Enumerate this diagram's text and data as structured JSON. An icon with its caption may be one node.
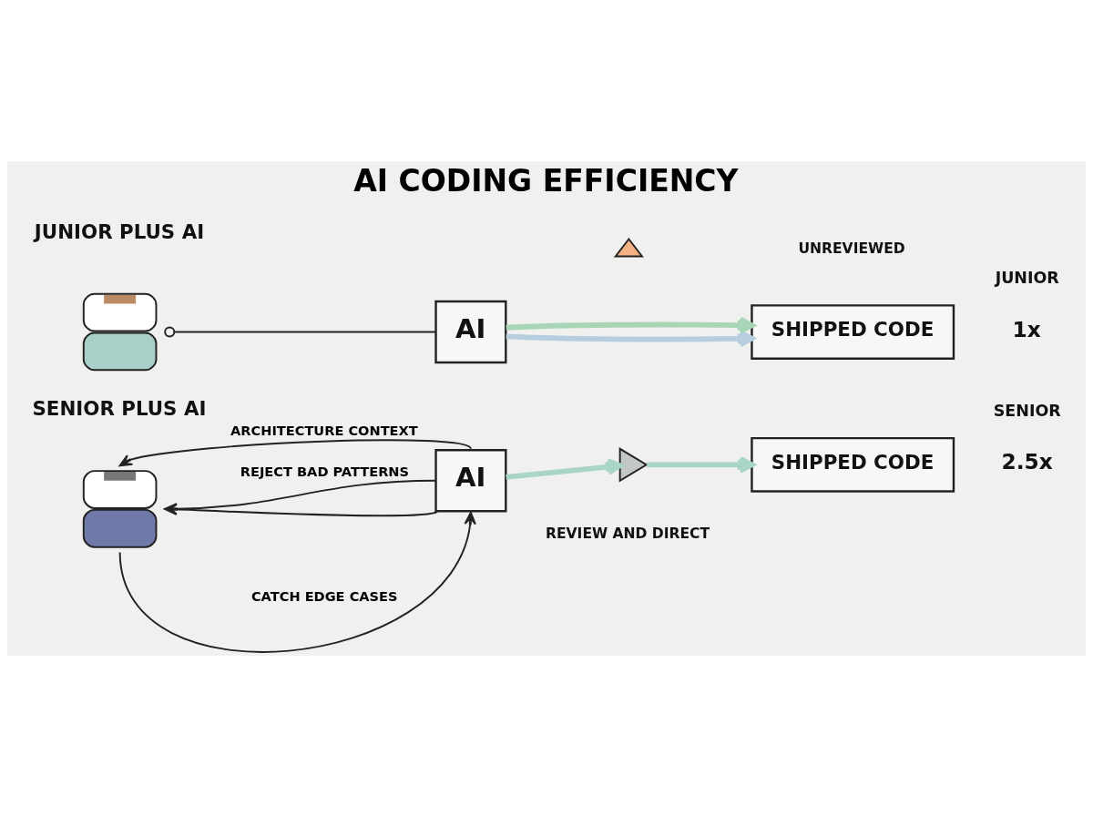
{
  "diagram": {
    "title": "AI CODING EFFICIENCY",
    "nodes": [
      {
        "text": [],
        "shape": "triangle"
      },
      {
        "text": [],
        "shape": "person"
      },
      {
        "text": [
          "AI"
        ]
      },
      {
        "text": [
          "SHIPPED CODE"
        ],
        "beside": [
          "UNREVIEWED"
        ]
      },
      {
        "text": [],
        "shape": "person"
      },
      {
        "text": [
          "AI"
        ]
      },
      {
        "text": [],
        "shape": "triangle",
        "beside": [
          "REVIEW AND DIRECT"
        ]
      },
      {
        "text": [
          "SHIPPED CODE"
        ]
      }
    ],
    "edges": [
      {
        "from": 1,
        "to": 2,
        "arrow": "other"
      },
      {
        "from": 2,
        "to": 3,
        "arrow": "to",
        "style": "thick",
        "color": "#b7cde0"
      },
      {
        "from": 2,
        "to": 3,
        "arrow": "to",
        "style": "thick",
        "color": "#a8d5b5"
      },
      {
        "from": 5,
        "to": 4,
        "arrow": "to",
        "label": "ARCHITECTURE CONTEXT"
      },
      {
        "from": 5,
        "to": 4,
        "arrow": "to",
        "label": "REJECT BAD PATTERNS"
      },
      {
        "from": 5,
        "to": 4,
        "arrow": "to"
      },
      {
        "from": 4,
        "to": 5,
        "arrow": "to",
        "label": "CATCH EDGE CASES"
      },
      {
        "from": 5,
        "to": 6,
        "arrow": "to",
        "style": "thick",
        "color": "#a9d6c4"
      },
      {
        "from": 6,
        "to": 7,
        "arrow": "to",
        "style": "thick",
        "color": "#a9d6c4"
      }
    ],
    "labels": [
      "JUNIOR PLUS AI",
      "JUNIOR",
      "1x",
      "SENIOR PLUS AI",
      "SENIOR",
      "2.5x"
    ]
  }
}
